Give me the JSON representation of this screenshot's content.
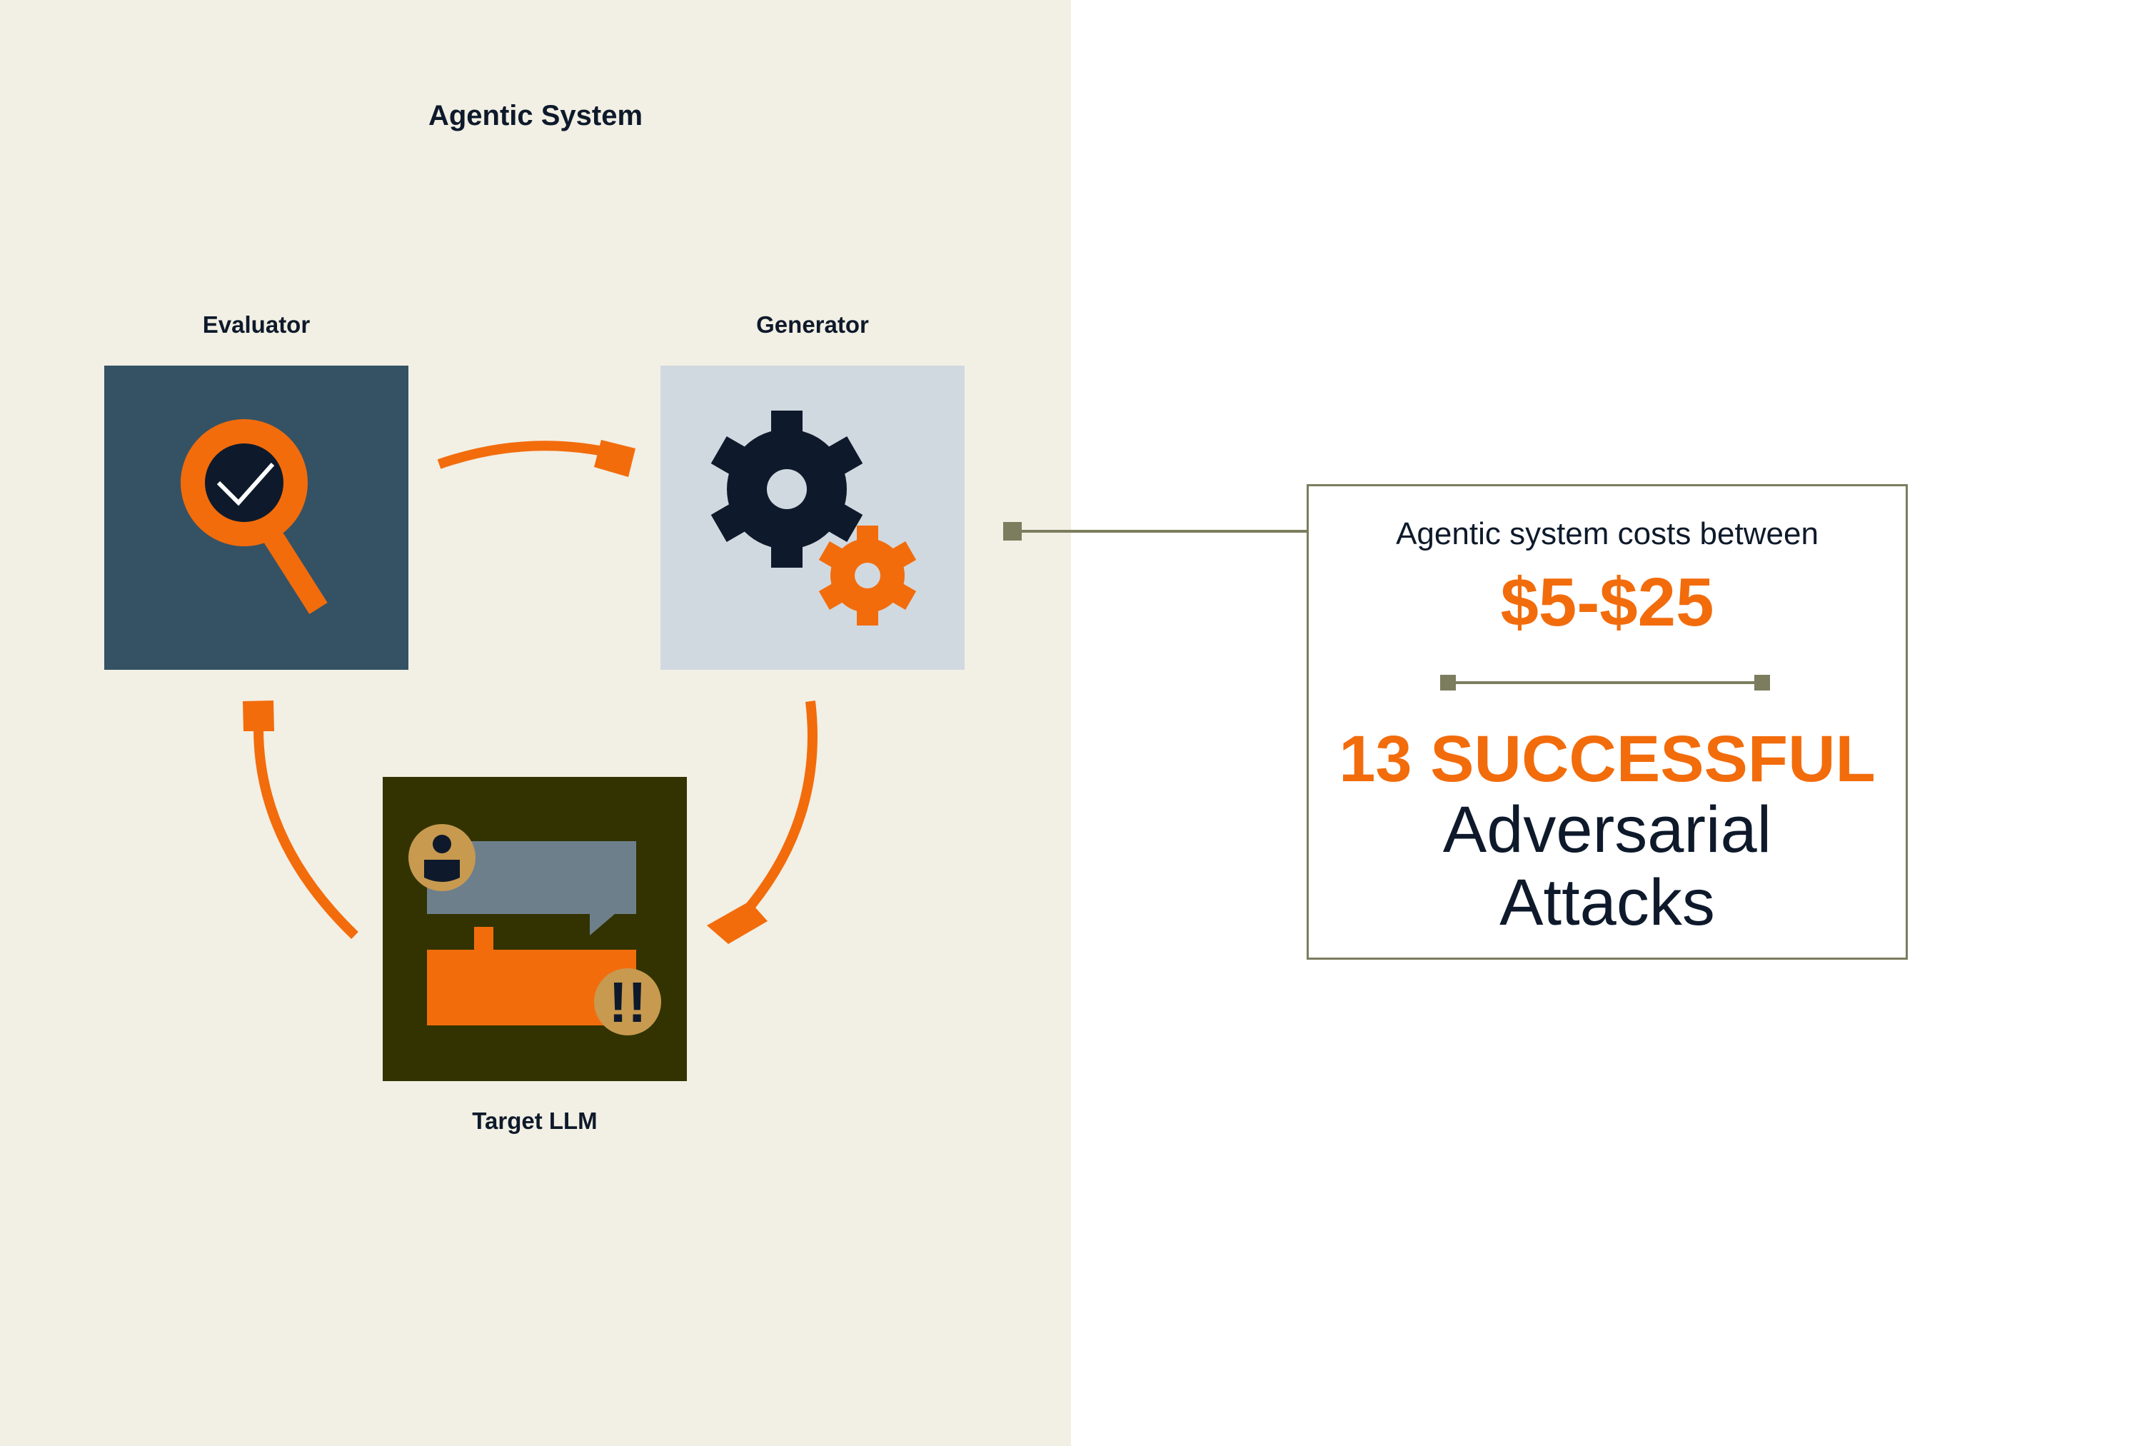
{
  "diagram": {
    "title": "Agentic System",
    "nodes": {
      "evaluator": {
        "label": "Evaluator",
        "icon": "magnifier-check-icon"
      },
      "generator": {
        "label": "Generator",
        "icon": "gears-icon"
      },
      "target": {
        "label": "Target LLM",
        "icon": "chat-bubbles-icon"
      }
    },
    "edges": [
      {
        "from": "evaluator",
        "to": "generator"
      },
      {
        "from": "generator",
        "to": "target"
      },
      {
        "from": "target",
        "to": "evaluator"
      }
    ],
    "alert_text": "!!",
    "colors": {
      "accent": "#f26c0c",
      "navy": "#0e1a2b",
      "evaluator_bg": "#345264",
      "generator_bg": "#d1d9e0",
      "target_bg": "#323300",
      "connector": "#7b7d5e"
    }
  },
  "summary": {
    "cost_intro": "Agentic system costs between",
    "cost_range": "$5-$25",
    "attack_count": "13 SUCCESSFUL",
    "attack_label_line1": "Adversarial",
    "attack_label_line2": "Attacks"
  }
}
